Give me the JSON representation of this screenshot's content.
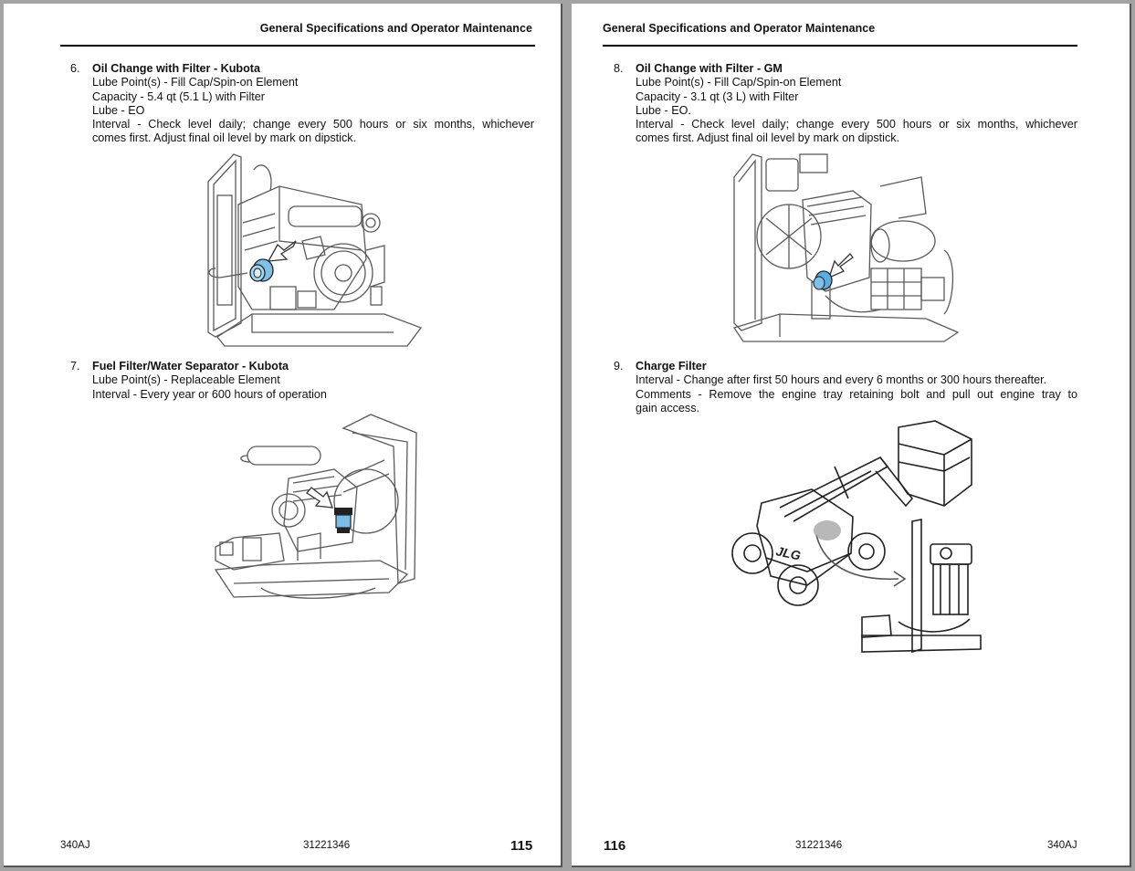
{
  "document": {
    "colors": {
      "background": "#a3a3a3",
      "page": "#ffffff",
      "highlight_blue": "#6cb4e4",
      "line_art": "#555555"
    }
  },
  "pages": {
    "left": {
      "running_head": "General Specifications and Operator Maintenance",
      "items": [
        {
          "number": "6.",
          "title": "Oil Change with Filter - Kubota",
          "lines": [
            "Lube Point(s) - Fill Cap/Spin-on Element",
            "Capacity - 5.4 qt (5.1 L) with Filter",
            "Lube - EO"
          ],
          "interval_line1": "Interval - Check level daily; change every 500 hours or six months, whichever",
          "interval_line2": "comes first. Adjust final oil level by mark on dipstick.",
          "figure_icon": "kubota-engine-oil-filter-illustration"
        },
        {
          "number": "7.",
          "title": "Fuel Filter/Water Separator - Kubota",
          "lines": [
            "Lube Point(s) - Replaceable Element",
            "Interval - Every year or 600 hours of operation"
          ],
          "figure_icon": "kubota-engine-fuel-filter-illustration"
        }
      ],
      "footer": {
        "model": "340AJ",
        "doc_number": "31221346",
        "page_number": "115"
      }
    },
    "right": {
      "running_head": "General Specifications and Operator Maintenance",
      "items": [
        {
          "number": "8.",
          "title": "Oil Change with Filter - GM",
          "lines": [
            "Lube Point(s) - Fill Cap/Spin-on Element",
            "Capacity - 3.1 qt (3 L) with Filter",
            "Lube - EO."
          ],
          "interval_line1": "Interval - Check level daily; change every 500 hours or six months, whichever",
          "interval_line2": "comes first. Adjust final oil level by mark on dipstick.",
          "figure_icon": "gm-engine-oil-filter-illustration"
        },
        {
          "number": "9.",
          "title": "Charge Filter",
          "lines": [
            "Interval - Change after first 50 hours and every 6 months or 300 hours thereafter."
          ],
          "comments_line1": "Comments - Remove the engine tray retaining bolt and pull out engine tray to",
          "comments_line2": "gain access.",
          "figure_icon": "boom-lift-charge-filter-illustration",
          "figure_brand_label": "JLG"
        }
      ],
      "footer": {
        "page_number": "116",
        "doc_number": "31221346",
        "model": "340AJ"
      }
    }
  }
}
